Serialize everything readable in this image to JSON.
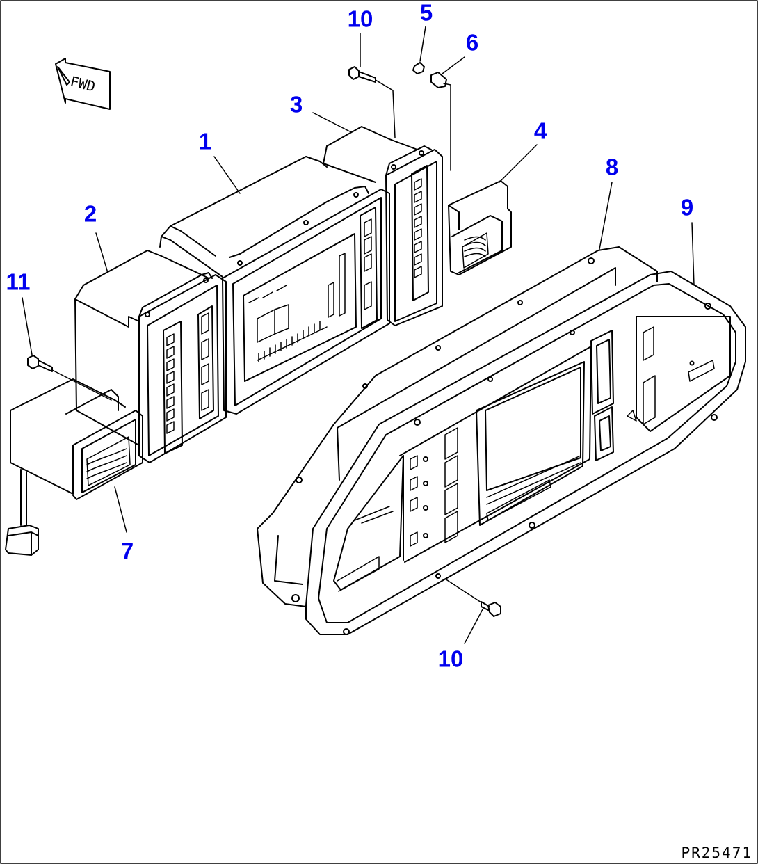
{
  "drawing_code": "PR25471",
  "direction_marker": {
    "text": "FWD",
    "icon": "forward-arrow-icon"
  },
  "callout_color": "#0000ee",
  "line_color": "#000000",
  "callouts": [
    {
      "key": "c1",
      "label": "1"
    },
    {
      "key": "c2",
      "label": "2"
    },
    {
      "key": "c3",
      "label": "3"
    },
    {
      "key": "c4",
      "label": "4"
    },
    {
      "key": "c5",
      "label": "5"
    },
    {
      "key": "c6",
      "label": "6"
    },
    {
      "key": "c7",
      "label": "7"
    },
    {
      "key": "c8",
      "label": "8"
    },
    {
      "key": "c9",
      "label": "9"
    },
    {
      "key": "c10a",
      "label": "10"
    },
    {
      "key": "c10b",
      "label": "10"
    },
    {
      "key": "c11",
      "label": "11"
    }
  ]
}
